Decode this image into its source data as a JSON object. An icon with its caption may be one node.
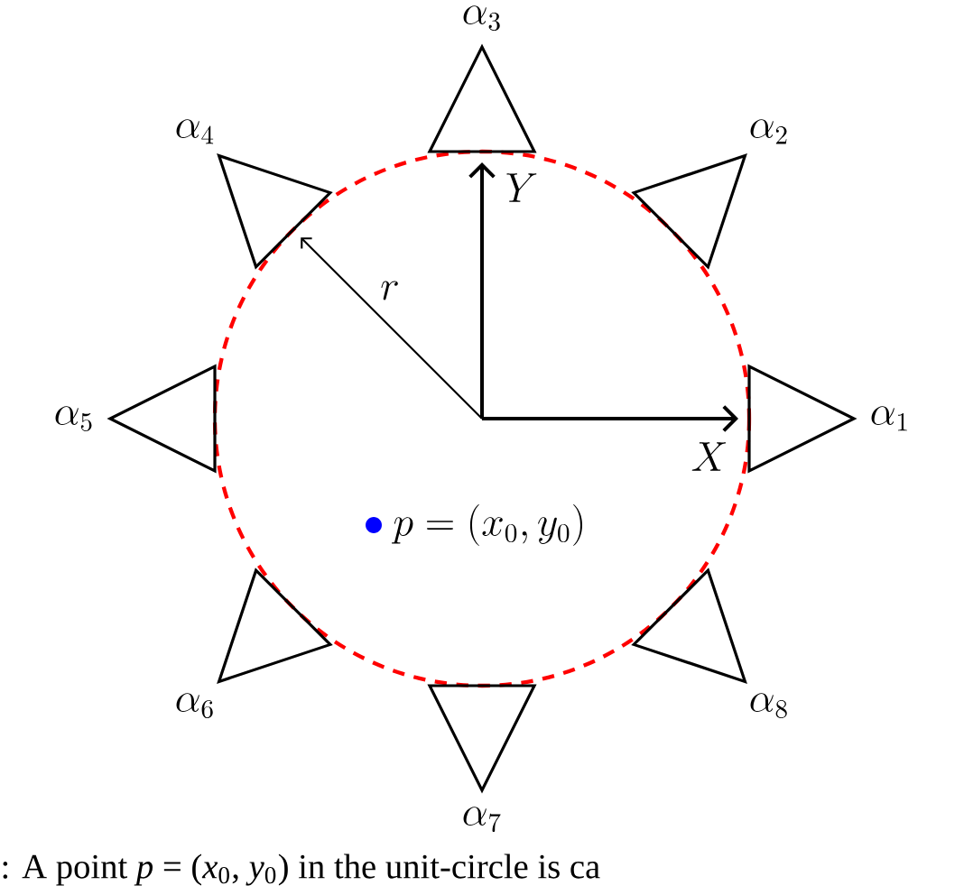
{
  "diagram": {
    "caption": ": A point *p* = (*x*$_{0}$, *y*$_{0}$) in the unit-circle is ca",
    "nodes": [
      {
        "text": [],
        "shape": "triangle",
        "beside": [
          "\\alpha_1"
        ]
      },
      {
        "text": [],
        "shape": "triangle",
        "beside": [
          "\\alpha_2"
        ]
      },
      {
        "text": [],
        "shape": "triangle",
        "beside": [
          "\\alpha_3"
        ]
      },
      {
        "text": [],
        "shape": "triangle",
        "beside": [
          "\\alpha_4"
        ]
      },
      {
        "text": [],
        "shape": "triangle",
        "beside": [
          "\\alpha_5"
        ]
      },
      {
        "text": [],
        "shape": "triangle",
        "beside": [
          "\\alpha_6"
        ]
      },
      {
        "text": [],
        "shape": "triangle",
        "beside": [
          "\\alpha_7"
        ]
      },
      {
        "text": [],
        "shape": "triangle",
        "beside": [
          "\\alpha_8"
        ]
      }
    ],
    "labels": [
      "X",
      "Y",
      "r",
      "p = (x_0, y_0)"
    ]
  }
}
